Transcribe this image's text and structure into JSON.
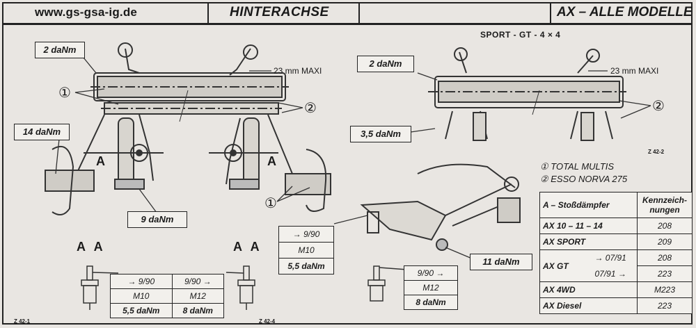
{
  "header": {
    "url": "www.gs-gsa-ig.de",
    "title": "HINTERACHSE",
    "model": "AX – ALLE MODELLE"
  },
  "diagram": {
    "subtitle": "SPORT - GT - 4 × 4",
    "torque": {
      "left_top": "2 daNm",
      "left_mid": "14 daNm",
      "left_bottom": "9 daNm",
      "right_top": "2 daNm",
      "right_mid": "3,5 daNm",
      "right_arm": "11 daNm"
    },
    "notes": {
      "maxi_left": "23 mm MAXI",
      "maxi_right": "23 mm MAXI"
    },
    "callouts": {
      "one": "①",
      "two": "②",
      "section_a": "A"
    },
    "view_labels": {
      "aa_left": "A A",
      "aa_right": "A A"
    },
    "refs": {
      "z42_1": "Z 42-1",
      "z42_2": "Z 42-2",
      "z42_4": "Z 42-4"
    }
  },
  "legend": {
    "item1": "① TOTAL MULTIS",
    "item2": "② ESSO NORVA 275"
  },
  "table_left": {
    "c1r1": "→ 9/90",
    "c2r1": "9/90 →",
    "c1r2": "M10",
    "c2r2": "M12",
    "c1r3": "5,5 daNm",
    "c2r3": "8 daNm"
  },
  "table_mid": {
    "r1": "→ 9/90",
    "r2": "M10",
    "r3": "5,5 daNm"
  },
  "table_mid2": {
    "r1": "9/90 →",
    "r2": "M12",
    "r3": "8 daNm"
  },
  "shock_table": {
    "header_left": "A – Stoßdämpfer",
    "header_right": "Kennzeich-nungen",
    "rows": [
      {
        "model": "AX 10 – 11 – 14",
        "range": "",
        "code": "208"
      },
      {
        "model": "AX SPORT",
        "range": "",
        "code": "209"
      },
      {
        "model": "AX GT",
        "range": "→ 07/91",
        "code": "208"
      },
      {
        "model": "",
        "range": "07/91 →",
        "code": "223"
      },
      {
        "model": "AX 4WD",
        "range": "",
        "code": "M223"
      },
      {
        "model": "AX Diesel",
        "range": "",
        "code": "223"
      }
    ]
  }
}
